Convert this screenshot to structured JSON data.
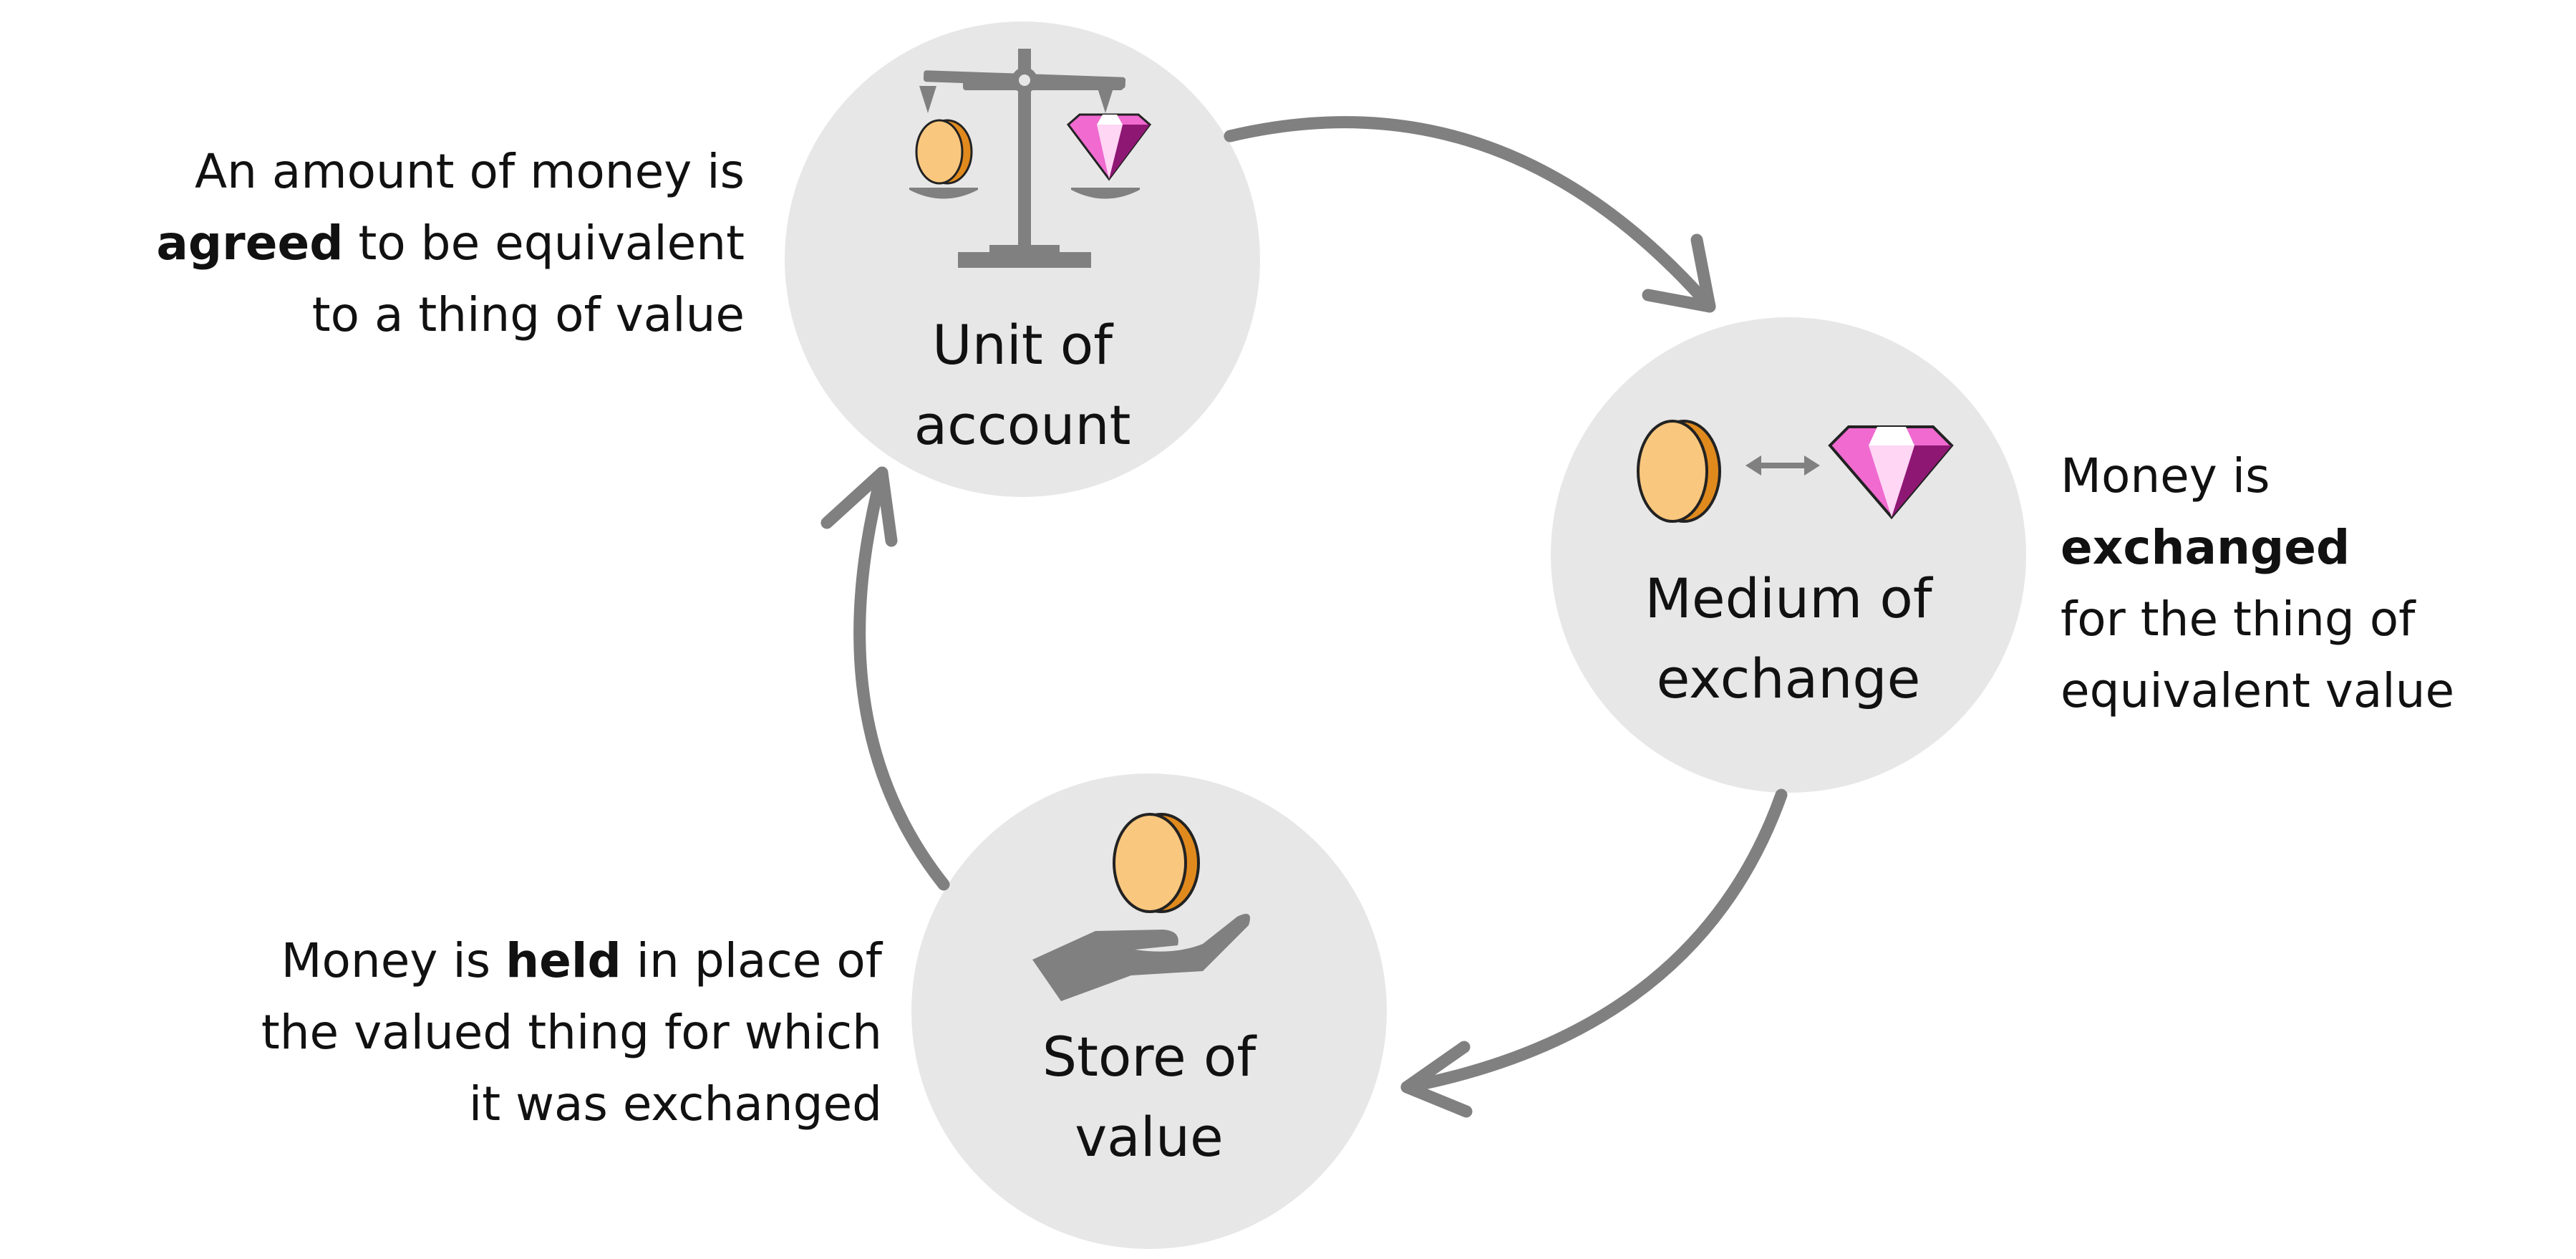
{
  "nodes": {
    "unit_of_account": {
      "line1": "Unit of",
      "line2": "account"
    },
    "medium_of_exchange": {
      "line1": "Medium of",
      "line2": "exchange"
    },
    "store_of_value": {
      "line1": "Store of",
      "line2": "value"
    }
  },
  "descriptions": {
    "unit_of_account": {
      "line1": "An amount of money is",
      "line2_bold": "agreed",
      "line2_rest": " to be equivalent",
      "line3": "to a thing of value"
    },
    "medium_of_exchange": {
      "line1_pre": "Money is ",
      "line1_bold": "exchanged",
      "line2": "for the thing of",
      "line3": "equivalent value"
    },
    "store_of_value": {
      "line1_pre": "Money is ",
      "line1_bold": "held",
      "line1_post": " in place of",
      "line2": "the valued thing for which",
      "line3": "it was exchanged"
    }
  },
  "icons": {
    "unit_of_account": "balance-scale-icon",
    "medium_of_exchange": "coin-exchange-gem-icon",
    "store_of_value": "hand-holding-coin-icon"
  },
  "colors": {
    "circle_fill": "#e7e7e7",
    "arrow": "#808080",
    "coin_face": "#f9c77e",
    "coin_edge": "#e08a1e",
    "gem_light": "#f06ad0",
    "gem_dark": "#8f1774",
    "scale_gray": "#808080"
  }
}
